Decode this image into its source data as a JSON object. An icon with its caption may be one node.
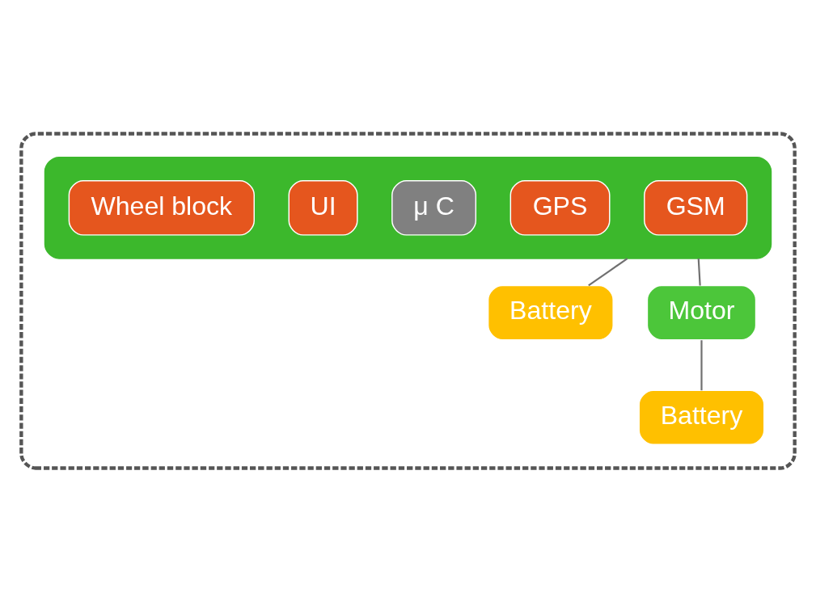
{
  "diagram": {
    "nodes": [
      {
        "text": [],
        "shape": "box"
      },
      {
        "text": [],
        "shape": "box",
        "in": 0
      },
      {
        "text": [
          "GSM"
        ],
        "in": 1
      },
      {
        "text": [
          "GPS"
        ],
        "in": 1
      },
      {
        "text": [
          "μ C"
        ],
        "in": 1
      },
      {
        "text": [
          "UI"
        ],
        "in": 1
      },
      {
        "text": [
          "Wheel block"
        ],
        "in": 1
      },
      {
        "text": [
          "Battery"
        ],
        "in": 0
      },
      {
        "text": [
          "Motor"
        ],
        "in": 0
      },
      {
        "text": [
          "Battery"
        ],
        "in": 0
      }
    ],
    "edges": [
      {
        "from": 1,
        "to": 7,
        "arrow": "none"
      },
      {
        "from": 1,
        "to": 8,
        "arrow": "none"
      },
      {
        "from": 8,
        "to": 9,
        "arrow": "none"
      }
    ]
  }
}
